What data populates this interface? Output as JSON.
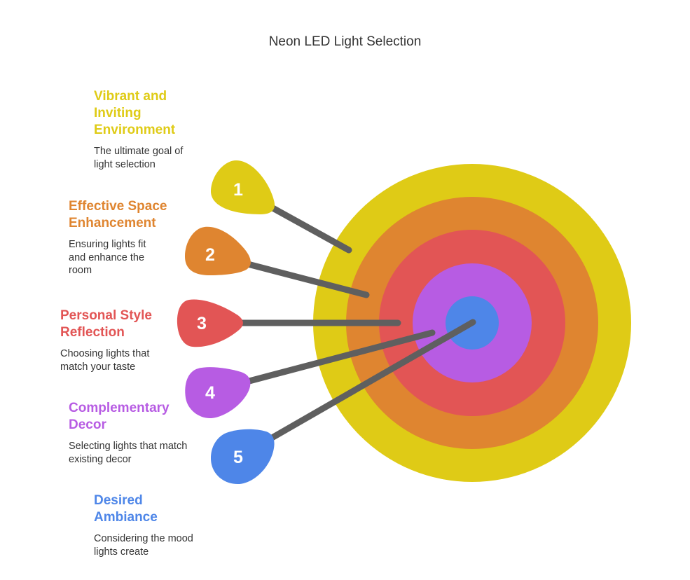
{
  "title": "Neon LED Light Selection",
  "items": [
    {
      "number": "1",
      "heading": "Vibrant and Inviting Environment",
      "description": "The ultimate goal of light selection",
      "color": "#DFCB16"
    },
    {
      "number": "2",
      "heading": "Effective Space Enhancement",
      "description": "Ensuring lights fit and enhance the room",
      "color": "#DF8530"
    },
    {
      "number": "3",
      "heading": "Personal Style Reflection",
      "description": "Choosing lights that match your taste",
      "color": "#E25555"
    },
    {
      "number": "4",
      "heading": "Complementary Decor",
      "description": "Selecting lights that match existing decor",
      "color": "#B75CE3"
    },
    {
      "number": "5",
      "heading": "Desired Ambiance",
      "description": "Considering the mood lights create",
      "color": "#4E86E8"
    }
  ],
  "colors": {
    "arrow_shaft": "#5F5F5F",
    "title_text": "#333333",
    "description_text": "#333333"
  }
}
